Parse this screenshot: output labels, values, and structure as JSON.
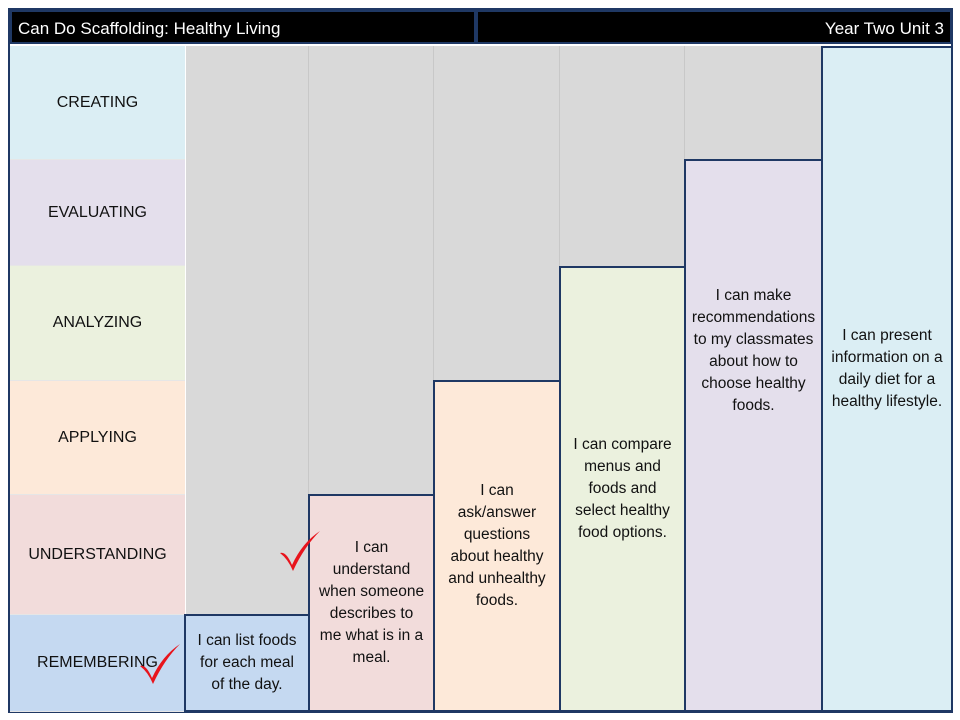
{
  "header": {
    "title": "Can Do Scaffolding: Healthy Living",
    "unit": "Year Two Unit 3"
  },
  "levels": [
    {
      "label": "CREATING",
      "color": "#dbeef4"
    },
    {
      "label": "EVALUATING",
      "color": "#e4dfec"
    },
    {
      "label": "ANALYZING",
      "color": "#ebf1de"
    },
    {
      "label": "APPLYING",
      "color": "#fde9d9"
    },
    {
      "label": "UNDERSTANDING",
      "color": "#f2dcdb"
    },
    {
      "label": "REMEMBERING",
      "color": "#c5d9f1"
    }
  ],
  "steps": [
    {
      "text": "I can list foods for each meal of the day.",
      "color": "#c5d9f1"
    },
    {
      "text": "I can understand when someone describes to me what is in a meal.",
      "color": "#f2dcdb"
    },
    {
      "text": "I can ask/answer questions about healthy and unhealthy foods.",
      "color": "#fde9d9"
    },
    {
      "text": "I can compare menus and foods and select healthy food options.",
      "color": "#ebf1de"
    },
    {
      "text": "I can make recommendations to my classmates about how to choose healthy foods.",
      "color": "#e4dfec"
    },
    {
      "text": "I can present information on a daily diet for a healthy lifestyle.",
      "color": "#dbeef4"
    }
  ],
  "checkmark_color": "#e8141c"
}
